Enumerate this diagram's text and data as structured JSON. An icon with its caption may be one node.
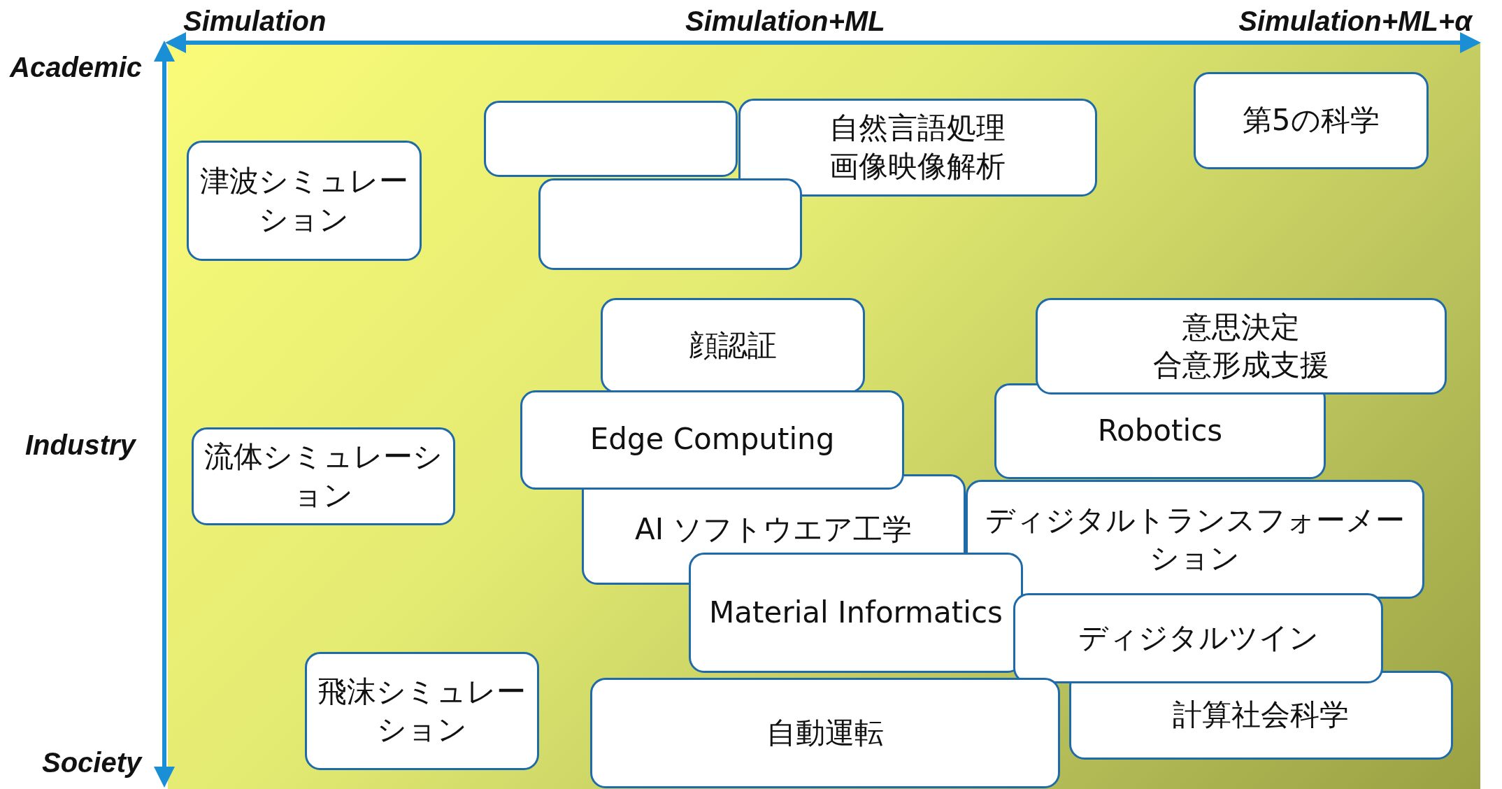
{
  "diagram": {
    "nodes": [
      {
        "text": [
          "第5の科学"
        ]
      },
      {
        "text": [],
        "shape": "box"
      },
      {
        "text": [
          "自然言語処理",
          "画像映像解析"
        ]
      },
      {
        "text": [
          "津波シミュレーション"
        ]
      },
      {
        "text": [],
        "shape": "box"
      },
      {
        "text": [
          "顔認証"
        ]
      },
      {
        "text": [
          "意思決定",
          "合意形成支援"
        ]
      },
      {
        "text": [
          "Robotics"
        ]
      },
      {
        "text": [
          "Edge Computing"
        ]
      },
      {
        "text": [
          "流体シミュレーション"
        ]
      },
      {
        "text": [
          "AI ソフトウエア工学"
        ]
      },
      {
        "text": [
          "ディジタルトランスフォーメーション"
        ]
      },
      {
        "text": [
          "Material Informatics"
        ]
      },
      {
        "text": [
          "ディジタルツイン"
        ]
      },
      {
        "text": [
          "飛沫シミュレーション"
        ]
      },
      {
        "text": [
          "計算社会科学"
        ]
      },
      {
        "text": [
          "自動運転"
        ]
      }
    ],
    "labels": [
      "Simulation",
      "Simulation+ML",
      "Simulation+ML+α",
      "Academic",
      "Industry",
      "Society"
    ]
  }
}
